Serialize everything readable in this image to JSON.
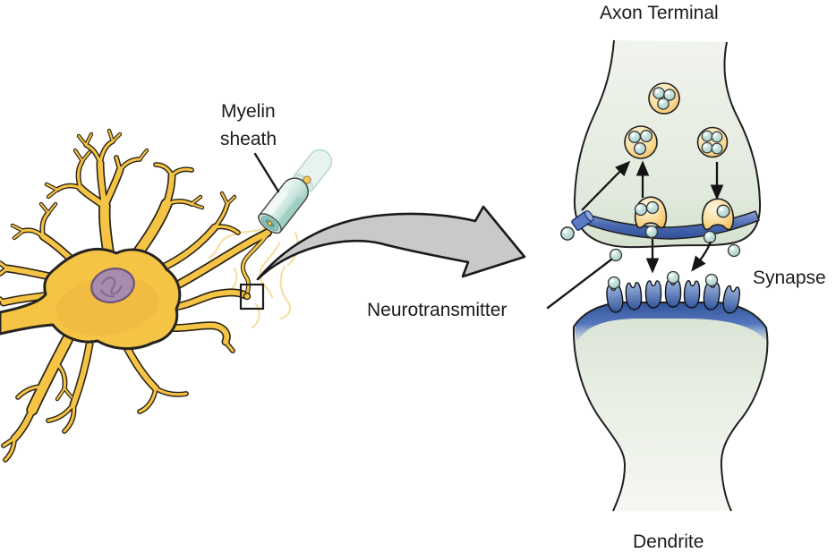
{
  "figure": {
    "type": "labeled-biology-diagram",
    "subject": "Neuron with myelin sheath and magnified view of the synapse between axon terminal and dendrite",
    "background": "#ffffff"
  },
  "labels": {
    "axon_terminal": "Axon Terminal",
    "myelin_line1": "Myelin",
    "myelin_line2": "sheath",
    "neurotransmitter": "Neurotransmitter",
    "synapse": "Synapse",
    "dendrite": "Dendrite"
  },
  "parts": {
    "left_panel": [
      "neuron cell body",
      "nucleus",
      "dendrites",
      "axon",
      "myelin sheath",
      "axon terminal region (boxed)"
    ],
    "right_panel": [
      "axon terminal",
      "synaptic vesicles",
      "fusing vesicles",
      "presynaptic membrane",
      "ion channel",
      "neurotransmitter molecules",
      "synaptic cleft",
      "receptors",
      "postsynaptic membrane",
      "dendrite"
    ],
    "counts": {
      "synaptic_vesicles": 3,
      "fusing_vesicles": 2,
      "receptors": 7,
      "docked_neurotransmitters": 3,
      "free_neurotransmitters": 5
    }
  },
  "colors": {
    "neuron_body": "#f6c445",
    "nucleus": "#a78cae",
    "myelin_sheath": "#cfe9e2",
    "terminal_fill": "#e2eadd",
    "membrane_blue": "#3a5ca8",
    "receptor_blue": "#4a6cb3",
    "neurotransmitter": "#bcdcd9",
    "vesicle": "#f5c050",
    "zoom_arrow_gray": "#c9c9c9",
    "text": "#1b1b1b"
  }
}
